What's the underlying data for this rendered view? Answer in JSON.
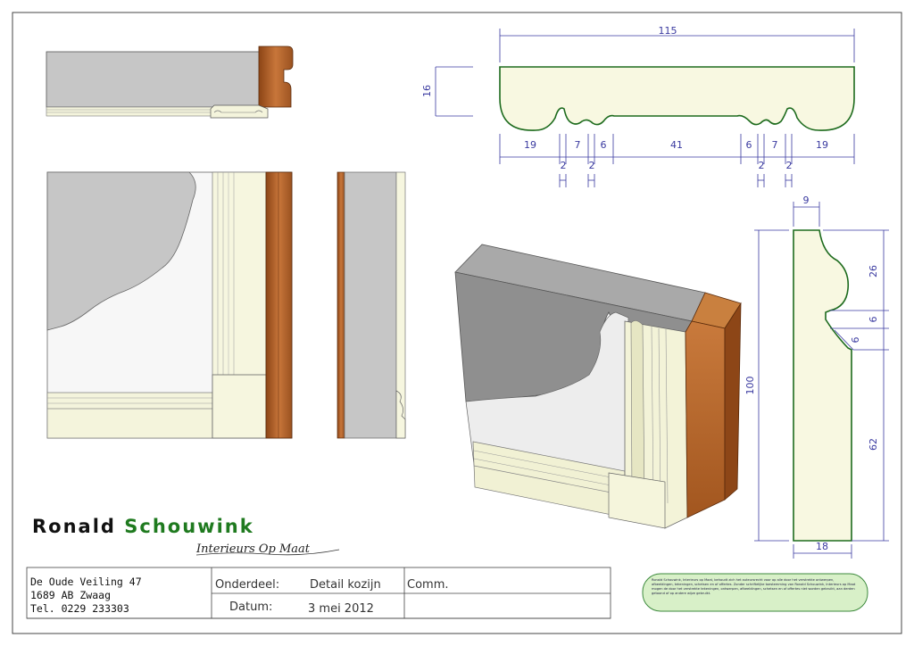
{
  "title_block": {
    "brand_first": "Ronald",
    "brand_last": "Schouwink",
    "tagline": "Interieurs Op Maat",
    "address_line1": "De Oude Veiling 47",
    "address_line2": "1689 AB Zwaag",
    "address_line3": "Tel. 0229 233303",
    "onderdeel_label": "Onderdeel:",
    "onderdeel_value": "Detail kozijn",
    "datum_label": "Datum:",
    "datum_value": "3 mei 2012",
    "comm_label": "Comm.",
    "note_text": "Ronald Schouwink, Interieurs op Maat, behoudt zich het auteursrecht voor op alle door het verstrekte ontwerpen, afbeeldingen, tekeningen, schetsen en of offertes. Zonder schriftelijke toestemming van Ronald Schouwink, Interieurs op Maat mogen de door het verstrekte tekeningen, ontwerpen, afbeeldingen, schetsen en of offertes niet worden gebruikt, aan derden getoond of op andere wijze gebruikt."
  },
  "dimensions": {
    "top_profile": {
      "total": "115",
      "height": "16",
      "segments": [
        "19",
        "7",
        "6",
        "41",
        "6",
        "7",
        "19"
      ],
      "small": [
        "2",
        "2",
        "2",
        "2"
      ]
    },
    "side_profile": {
      "top_width": "9",
      "bottom_width": "18",
      "total_height": "100",
      "upper": "26",
      "notch": "6",
      "step": "6",
      "lower": "62"
    }
  },
  "colors": {
    "wood": "#b5632a",
    "wall": "#c4c4c4",
    "cream": "#f6f6df",
    "outline": "#1d6b1d",
    "dimension": "#3a3aa0"
  }
}
